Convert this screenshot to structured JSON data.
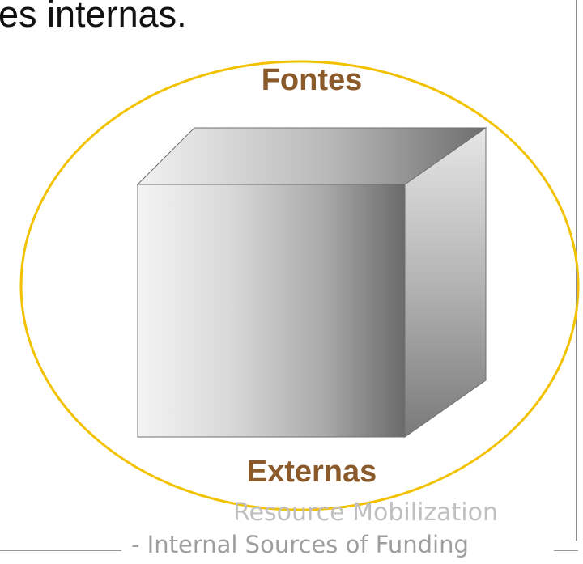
{
  "slide": {
    "heading_fragment": "es internas.",
    "diagram": {
      "top_label": "Fontes",
      "bottom_label": "Externas",
      "colors": {
        "circle": "#f2c200",
        "label": "#8a5a2b"
      }
    },
    "footer": {
      "title": "Resource Mobilization",
      "subtitle": "- Internal Sources of Funding"
    }
  }
}
